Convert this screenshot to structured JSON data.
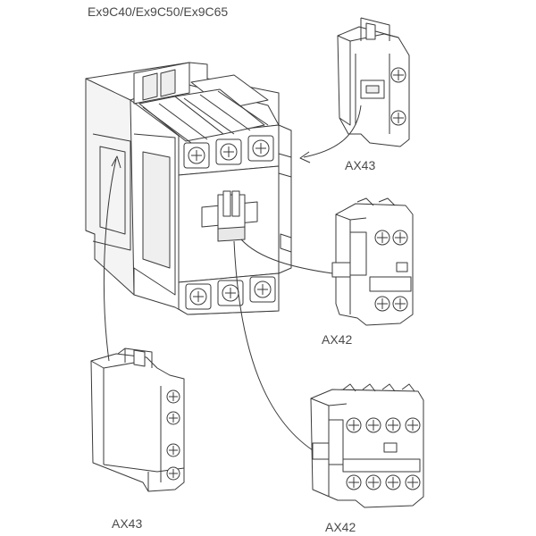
{
  "title": "Ex9C40/Ex9C50/Ex9C65",
  "labels": {
    "ax43_top": "AX43",
    "ax42_middle": "AX42",
    "ax43_bottom": "AX43",
    "ax42_bottom": "AX42"
  },
  "colors": {
    "line": "#3a3a3a",
    "fill": "#ffffff",
    "shade": "#e9e9e9",
    "text": "#4a4a4a"
  }
}
